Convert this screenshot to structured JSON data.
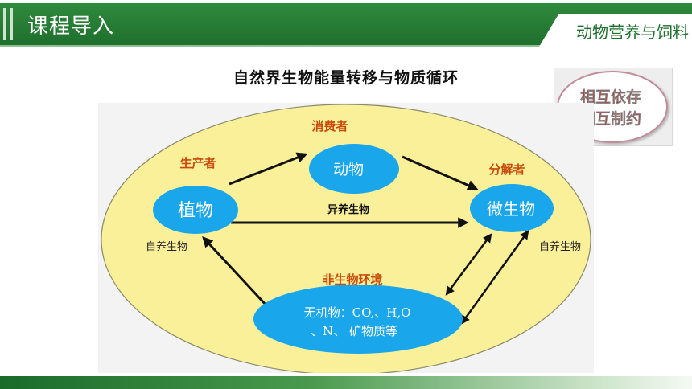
{
  "header": {
    "title": "课程导入",
    "course": "动物营养与饲料"
  },
  "diagram": {
    "title": "自然界生物能量转移与物质循环",
    "callout": [
      "相互依存",
      "相互制约"
    ],
    "nodes": {
      "plant": "植物",
      "animal": "动物",
      "microbe": "微生物",
      "environment_line1": "无机物：CO,、H,O",
      "environment_line2": "、N、  矿物质等"
    },
    "categories": {
      "producer": "生产者",
      "consumer": "消费者",
      "decomposer": "分解者",
      "abiotic": "非生物环境"
    },
    "edge_label": "异养生物",
    "side_labels": {
      "left": "自养生物",
      "right": "自养生物"
    },
    "colors": {
      "node_fill": "#1aa6ea",
      "background_ellipse": "#fbf09a",
      "category_text": "#c84a0c",
      "callout_text": "#c21a1a"
    }
  }
}
